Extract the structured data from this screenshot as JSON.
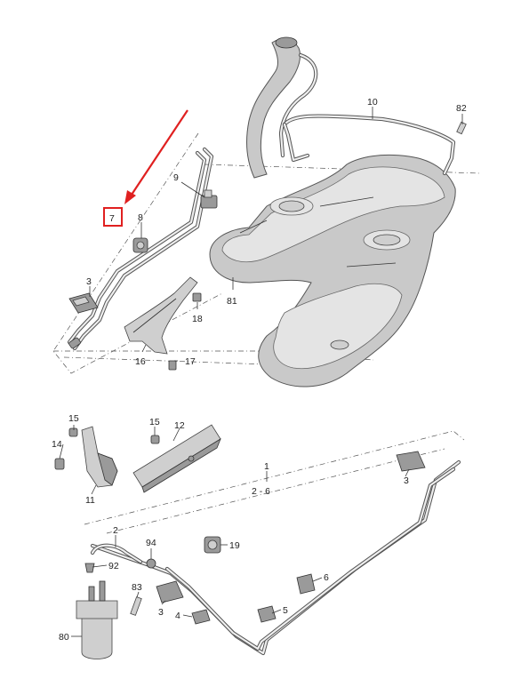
{
  "callouts": [
    {
      "id": "c1",
      "text": "1"
    },
    {
      "id": "c26",
      "text": "2 - 6"
    },
    {
      "id": "c2",
      "text": "2"
    },
    {
      "id": "c3a",
      "text": "3"
    },
    {
      "id": "c3b",
      "text": "3"
    },
    {
      "id": "c3c",
      "text": "3"
    },
    {
      "id": "c4",
      "text": "4"
    },
    {
      "id": "c5",
      "text": "5"
    },
    {
      "id": "c6",
      "text": "6"
    },
    {
      "id": "c7",
      "text": "7"
    },
    {
      "id": "c8",
      "text": "8"
    },
    {
      "id": "c9",
      "text": "9"
    },
    {
      "id": "c10",
      "text": "10"
    },
    {
      "id": "c11",
      "text": "11"
    },
    {
      "id": "c12",
      "text": "12"
    },
    {
      "id": "c14",
      "text": "14"
    },
    {
      "id": "c15a",
      "text": "15"
    },
    {
      "id": "c15b",
      "text": "15"
    },
    {
      "id": "c16",
      "text": "16"
    },
    {
      "id": "c17",
      "text": "17"
    },
    {
      "id": "c18",
      "text": "18"
    },
    {
      "id": "c19",
      "text": "19"
    },
    {
      "id": "c80",
      "text": "80"
    },
    {
      "id": "c81",
      "text": "81"
    },
    {
      "id": "c82",
      "text": "82"
    },
    {
      "id": "c83",
      "text": "83"
    },
    {
      "id": "c92",
      "text": "92"
    },
    {
      "id": "c94",
      "text": "94"
    }
  ],
  "highlight": {
    "target_callout": "7",
    "color": "#e02020"
  },
  "colors": {
    "line": "#444444",
    "part": "#cfcfcf",
    "highlight": "#e02020"
  }
}
